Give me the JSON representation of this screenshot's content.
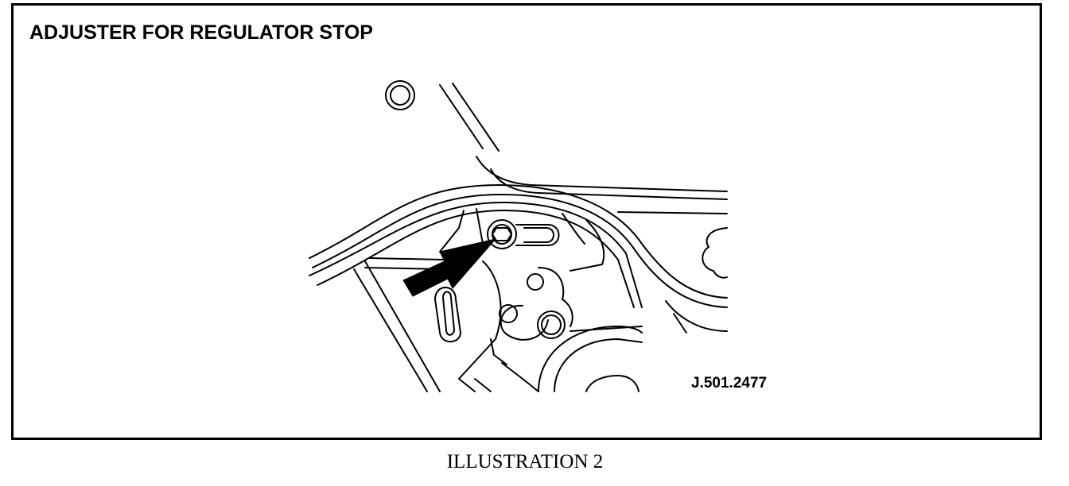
{
  "diagram": {
    "title": "ADJUSTER FOR REGULATOR STOP",
    "reference_code": "J.501.2477",
    "caption": "ILLUSTRATION 2",
    "line_color": "#000000",
    "background_color": "#ffffff"
  }
}
